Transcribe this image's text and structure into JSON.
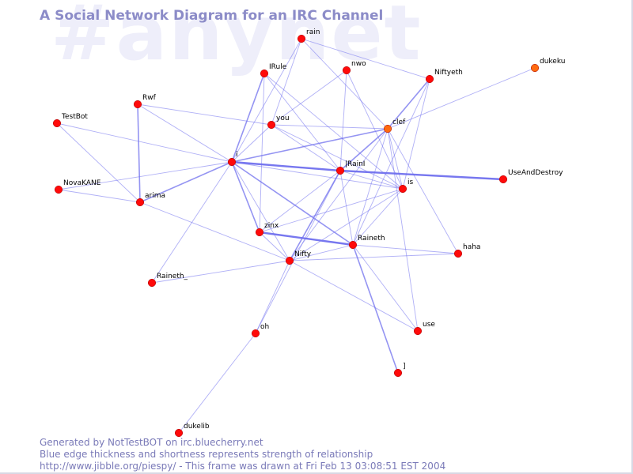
{
  "watermark": "#anynet",
  "title": "A Social Network Diagram for an IRC Channel",
  "footer": {
    "line1": "Generated by NotTestBOT on irc.bluecherry.net",
    "line2": "Blue edge thickness and shortness represents strength of relationship",
    "line3": "http://www.jibble.org/piespy/ - This frame was drawn at Fri Feb 13 03:08:51 EST 2004"
  },
  "colors": {
    "node": "#ff0a0a",
    "node_highlight": "#ff6a10",
    "edge": "#7070ee",
    "title": "#8c8cc8",
    "watermark": "#eeeefa"
  },
  "nodes": [
    {
      "id": "rain",
      "label": "rain"
    },
    {
      "id": "IRule",
      "label": "IRule"
    },
    {
      "id": "nwo",
      "label": "nwo"
    },
    {
      "id": "Niftyeth",
      "label": "Niftyeth"
    },
    {
      "id": "dukeku",
      "label": "dukeku",
      "highlight": true
    },
    {
      "id": "Rwf",
      "label": "Rwf"
    },
    {
      "id": "TestBot",
      "label": "TestBot"
    },
    {
      "id": "you",
      "label": "you"
    },
    {
      "id": "clef",
      "label": "clef",
      "highlight": true
    },
    {
      "id": "i",
      "label": "i"
    },
    {
      "id": "IRainI",
      "label": "|RainI"
    },
    {
      "id": "UseAndDestroy",
      "label": "UseAndDestroy"
    },
    {
      "id": "NovaKANE",
      "label": "NovaKANE"
    },
    {
      "id": "arima",
      "label": "arima"
    },
    {
      "id": "is",
      "label": "is"
    },
    {
      "id": "zinx",
      "label": "zinx"
    },
    {
      "id": "Raineth",
      "label": "Raineth"
    },
    {
      "id": "Nifty",
      "label": "Nifty"
    },
    {
      "id": "haha",
      "label": "haha"
    },
    {
      "id": "Raineth_",
      "label": "Raineth_"
    },
    {
      "id": "oh",
      "label": "oh"
    },
    {
      "id": "use",
      "label": "use"
    },
    {
      "id": "bracket",
      "label": "]"
    },
    {
      "id": "dukelib",
      "label": "dukelib"
    }
  ],
  "edges": [
    {
      "from": "i",
      "to": "IRainI",
      "weight": 3
    },
    {
      "from": "IRainI",
      "to": "UseAndDestroy",
      "weight": 3
    },
    {
      "from": "zinx",
      "to": "Raineth",
      "weight": 3
    },
    {
      "from": "i",
      "to": "arima",
      "weight": 2
    },
    {
      "from": "i",
      "to": "IRule",
      "weight": 2
    },
    {
      "from": "Rwf",
      "to": "arima",
      "weight": 2
    },
    {
      "from": "IRainI",
      "to": "clef",
      "weight": 2
    },
    {
      "from": "i",
      "to": "clef",
      "weight": 2
    },
    {
      "from": "clef",
      "to": "Niftyeth",
      "weight": 2
    },
    {
      "from": "Nifty",
      "to": "IRainI",
      "weight": 2
    },
    {
      "from": "Raineth",
      "to": "bracket",
      "weight": 2
    },
    {
      "from": "i",
      "to": "zinx",
      "weight": 2
    },
    {
      "from": "i",
      "to": "Raineth",
      "weight": 2
    },
    {
      "from": "IRule",
      "to": "IRainI",
      "weight": 1
    },
    {
      "from": "IRule",
      "to": "is",
      "weight": 1
    },
    {
      "from": "IRule",
      "to": "zinx",
      "weight": 1
    },
    {
      "from": "rain",
      "to": "clef",
      "weight": 1
    },
    {
      "from": "rain",
      "to": "you",
      "weight": 1
    },
    {
      "from": "rain",
      "to": "Niftyeth",
      "weight": 1
    },
    {
      "from": "rain",
      "to": "i",
      "weight": 1
    },
    {
      "from": "nwo",
      "to": "IRainI",
      "weight": 1
    },
    {
      "from": "nwo",
      "to": "is",
      "weight": 1
    },
    {
      "from": "nwo",
      "to": "you",
      "weight": 1
    },
    {
      "from": "Niftyeth",
      "to": "Raineth",
      "weight": 1
    },
    {
      "from": "Niftyeth",
      "to": "is",
      "weight": 1
    },
    {
      "from": "dukeku",
      "to": "clef",
      "weight": 1
    },
    {
      "from": "Rwf",
      "to": "you",
      "weight": 1
    },
    {
      "from": "Rwf",
      "to": "i",
      "weight": 1
    },
    {
      "from": "TestBot",
      "to": "i",
      "weight": 1
    },
    {
      "from": "TestBot",
      "to": "arima",
      "weight": 1
    },
    {
      "from": "you",
      "to": "clef",
      "weight": 1
    },
    {
      "from": "you",
      "to": "i",
      "weight": 1
    },
    {
      "from": "you",
      "to": "IRainI",
      "weight": 1
    },
    {
      "from": "you",
      "to": "is",
      "weight": 1
    },
    {
      "from": "clef",
      "to": "is",
      "weight": 1
    },
    {
      "from": "clef",
      "to": "Raineth",
      "weight": 1
    },
    {
      "from": "clef",
      "to": "Nifty",
      "weight": 1
    },
    {
      "from": "clef",
      "to": "haha",
      "weight": 1
    },
    {
      "from": "clef",
      "to": "use",
      "weight": 1
    },
    {
      "from": "i",
      "to": "NovaKANE",
      "weight": 1
    },
    {
      "from": "i",
      "to": "is",
      "weight": 1
    },
    {
      "from": "i",
      "to": "Nifty",
      "weight": 1
    },
    {
      "from": "i",
      "to": "Raineth_",
      "weight": 1
    },
    {
      "from": "IRainI",
      "to": "zinx",
      "weight": 1
    },
    {
      "from": "IRainI",
      "to": "is",
      "weight": 1
    },
    {
      "from": "IRainI",
      "to": "Raineth",
      "weight": 1
    },
    {
      "from": "NovaKANE",
      "to": "arima",
      "weight": 1
    },
    {
      "from": "arima",
      "to": "Nifty",
      "weight": 1
    },
    {
      "from": "is",
      "to": "zinx",
      "weight": 1
    },
    {
      "from": "is",
      "to": "Raineth",
      "weight": 1
    },
    {
      "from": "is",
      "to": "Nifty",
      "weight": 1
    },
    {
      "from": "Raineth",
      "to": "Nifty",
      "weight": 1
    },
    {
      "from": "Raineth",
      "to": "haha",
      "weight": 1
    },
    {
      "from": "Raineth",
      "to": "use",
      "weight": 1
    },
    {
      "from": "Nifty",
      "to": "haha",
      "weight": 1
    },
    {
      "from": "Nifty",
      "to": "Raineth_",
      "weight": 1
    },
    {
      "from": "Nifty",
      "to": "oh",
      "weight": 1
    },
    {
      "from": "Nifty",
      "to": "use",
      "weight": 1
    },
    {
      "from": "zinx",
      "to": "Nifty",
      "weight": 1
    },
    {
      "from": "IRainI",
      "to": "oh",
      "weight": 1
    },
    {
      "from": "oh",
      "to": "dukelib",
      "weight": 1
    }
  ]
}
